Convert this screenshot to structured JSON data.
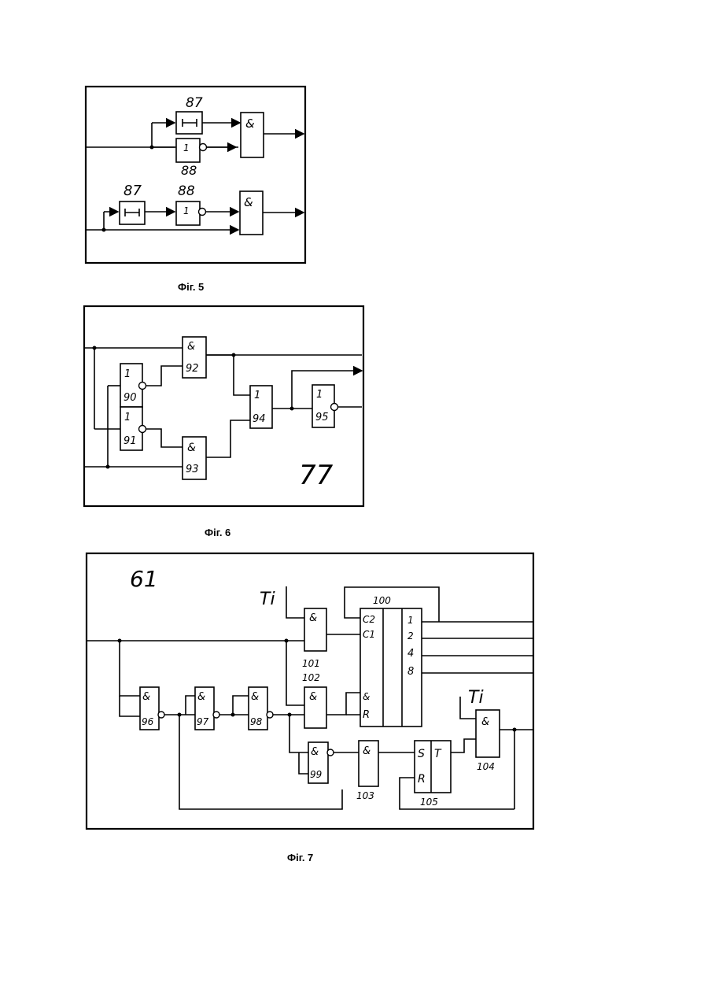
{
  "figures": [
    {
      "caption": "Фіг. 5",
      "gates": [
        {
          "id": "87",
          "symbol": "⊢⊣"
        },
        {
          "id": "88",
          "symbol": "1"
        },
        {
          "id": "87",
          "symbol": "⊢⊣"
        },
        {
          "id": "88",
          "symbol": "1"
        }
      ],
      "and_symbol": "&"
    },
    {
      "caption": "Фіг. 6",
      "ref": "77",
      "gates": [
        {
          "id": "90",
          "symbol": "1"
        },
        {
          "id": "91",
          "symbol": "1"
        },
        {
          "id": "92",
          "symbol": "&"
        },
        {
          "id": "93",
          "symbol": "&"
        },
        {
          "id": "94",
          "symbol": "1"
        },
        {
          "id": "95",
          "symbol": "1"
        }
      ]
    },
    {
      "caption": "Фіг. 7",
      "ref": "61",
      "clock": "Ti",
      "gates": [
        {
          "id": "96",
          "symbol": "&"
        },
        {
          "id": "97",
          "symbol": "&"
        },
        {
          "id": "98",
          "symbol": "&"
        },
        {
          "id": "99",
          "symbol": "&"
        },
        {
          "id": "101",
          "symbol": "&"
        },
        {
          "id": "102",
          "symbol": "&"
        },
        {
          "id": "103",
          "symbol": "&"
        },
        {
          "id": "104",
          "symbol": "&"
        }
      ],
      "counter": {
        "id": "100",
        "inputs": [
          "C2",
          "C1",
          "&",
          "R"
        ],
        "outputs": [
          "1",
          "2",
          "4",
          "8"
        ]
      },
      "trigger": {
        "id": "105",
        "inputs": [
          "S",
          "R"
        ],
        "output": "T"
      }
    }
  ]
}
